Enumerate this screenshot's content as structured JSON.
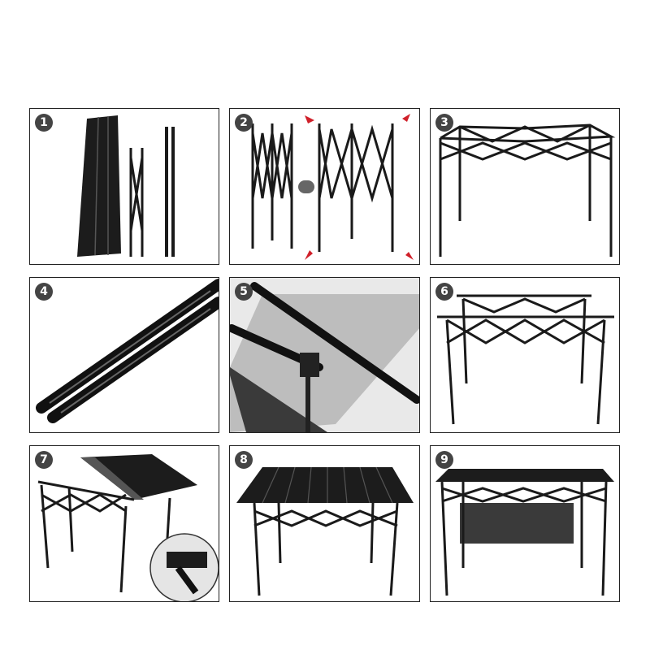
{
  "steps": [
    {
      "number": "1"
    },
    {
      "number": "2"
    },
    {
      "number": "3"
    },
    {
      "number": "4"
    },
    {
      "number": "5"
    },
    {
      "number": "6"
    },
    {
      "number": "7"
    },
    {
      "number": "8"
    },
    {
      "number": "9"
    }
  ],
  "colors": {
    "frame": "#1a1a1a",
    "badge": "#444444",
    "arrow": "#d0202a",
    "mesh": "#3a3a3a"
  }
}
